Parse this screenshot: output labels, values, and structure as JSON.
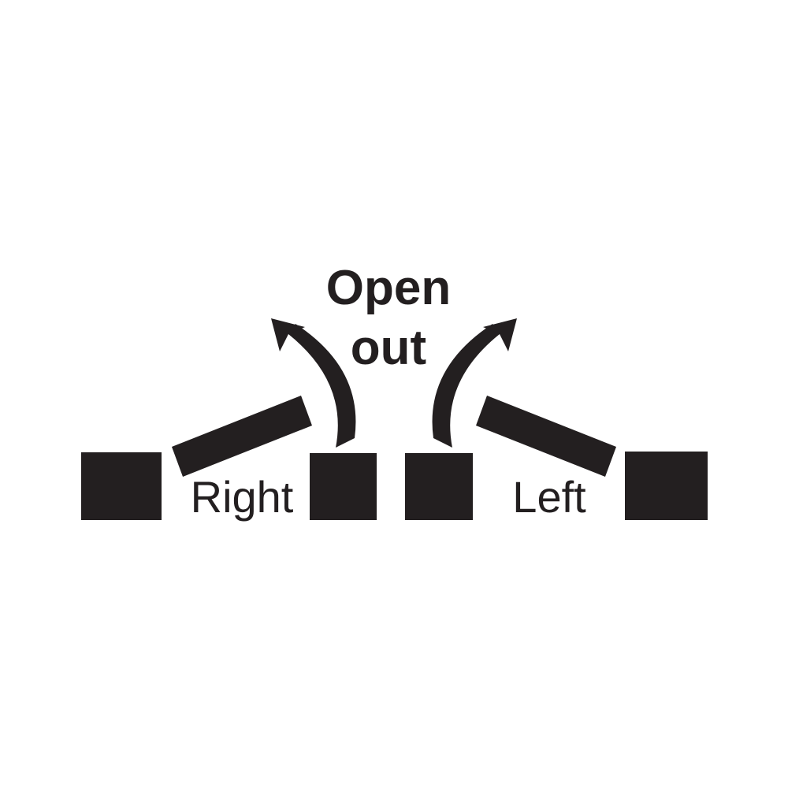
{
  "colors": {
    "ink": "#231f20",
    "background": "#ffffff"
  },
  "diagram": {
    "title_line1": "Open",
    "title_line2": "out",
    "right_door_label": "Right",
    "left_door_label": "Left",
    "icons": {
      "left_arrow": "curved-arrow-up-left",
      "right_arrow": "curved-arrow-up-right"
    }
  }
}
